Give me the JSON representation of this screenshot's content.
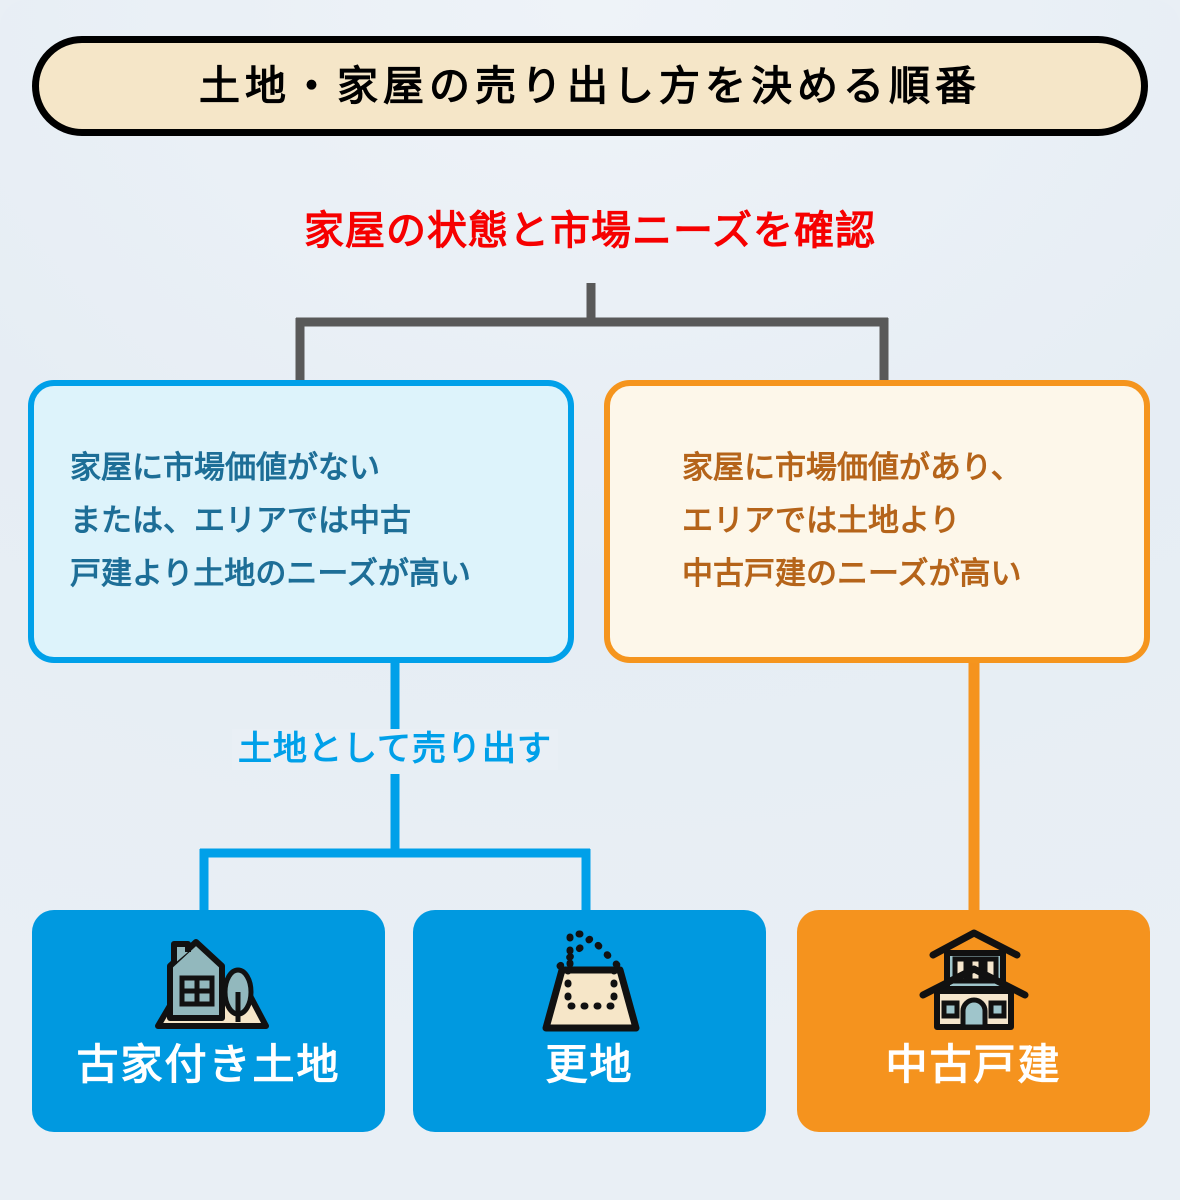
{
  "page": {
    "background_color": "#e9eff5"
  },
  "title": {
    "text": "土地・家屋の売り出し方を決める順番",
    "fill_color": "#f5e6c8",
    "border_color": "#000000",
    "text_color": "#000000"
  },
  "heading": {
    "text": "家屋の状態と市場ニーズを確認",
    "color": "#f60000"
  },
  "conditions": {
    "left": {
      "name": "land-need-condition",
      "lines": [
        "家屋に市場価値がない",
        "または、エリアでは中古",
        "戸建より土地のニーズが高い"
      ],
      "fill_color": "#ddf3fb",
      "border_color": "#00a0e9",
      "text_color": "#1d6e97"
    },
    "right": {
      "name": "house-need-condition",
      "lines": [
        "家屋に市場価値があり、",
        "エリアでは土地より",
        "中古戸建のニーズが高い"
      ],
      "fill_color": "#fdf7ea",
      "border_color": "#f5951e",
      "text_color": "#b5641a"
    }
  },
  "branch_label": {
    "text": "土地として売り出す",
    "color": "#00a0e9"
  },
  "results": [
    {
      "id": "furuya",
      "label": "古家付き土地",
      "icon": "old-house-on-land-icon",
      "background_color": "#0099e0",
      "label_color": "#ffffff"
    },
    {
      "id": "sarachi",
      "label": "更地",
      "icon": "vacant-land-icon",
      "background_color": "#0099e0",
      "label_color": "#ffffff"
    },
    {
      "id": "chuko",
      "label": "中古戸建",
      "icon": "two-story-house-icon",
      "background_color": "#f5931e",
      "label_color": "#ffffff"
    }
  ],
  "connectors": {
    "top_color": "#595959",
    "left_branch_color": "#00a0e9",
    "right_branch_color": "#f5931e"
  }
}
